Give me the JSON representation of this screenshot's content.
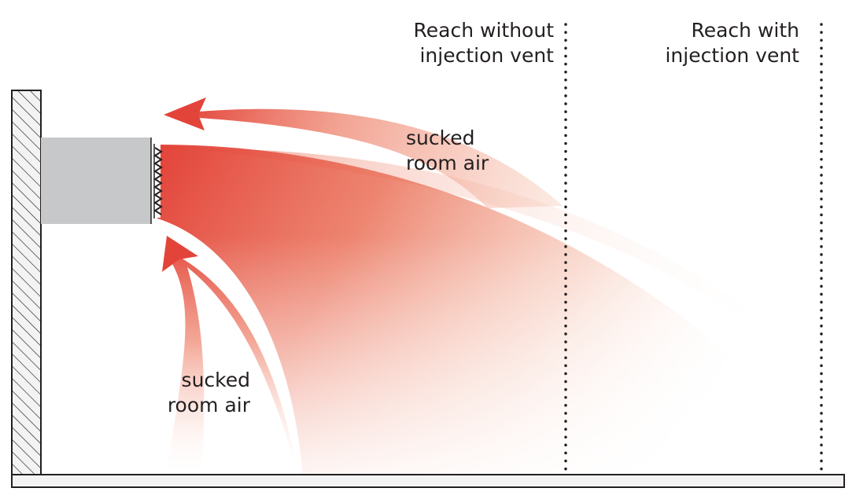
{
  "labels": {
    "reach_without": [
      "Reach without",
      "injection vent"
    ],
    "reach_with": [
      "Reach with",
      "injection vent"
    ],
    "sucked_air_top": [
      "sucked",
      "room air"
    ],
    "sucked_air_bottom": [
      "sucked",
      "room air"
    ]
  },
  "colors": {
    "airflow": "#e3443a",
    "unit_body": "#c6c8ca",
    "outline": "#231f20",
    "hatch_background": "#f3f3f3"
  }
}
